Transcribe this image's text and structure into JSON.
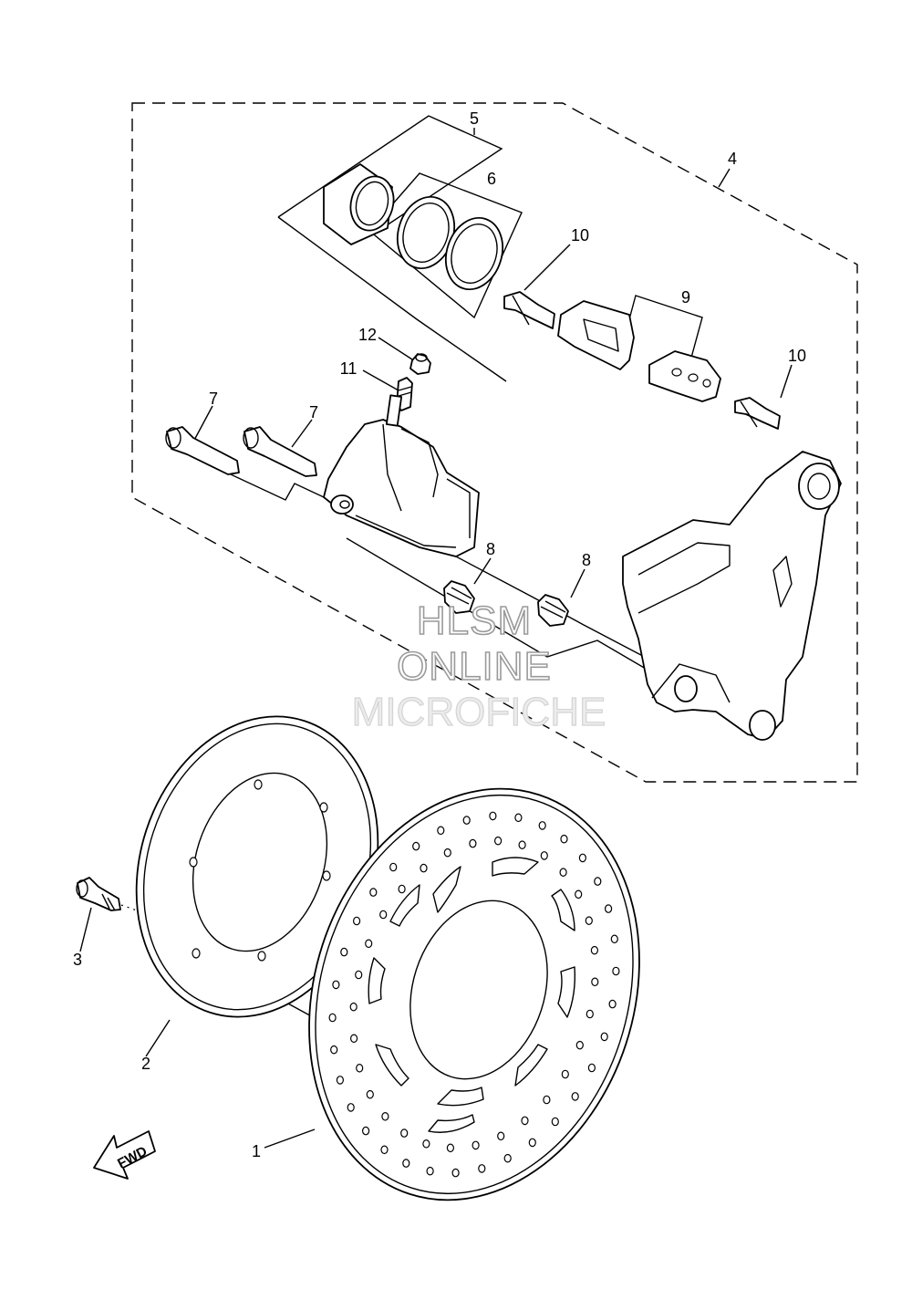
{
  "diagram": {
    "callouts": [
      "1",
      "2",
      "3",
      "4",
      "5",
      "6",
      "7",
      "7",
      "8",
      "8",
      "9",
      "10",
      "10",
      "11",
      "12"
    ],
    "direction_label": "FWD",
    "watermark": {
      "line1": "HLSM",
      "line2": "ONLINE",
      "line3": "MICROFICHE"
    }
  }
}
